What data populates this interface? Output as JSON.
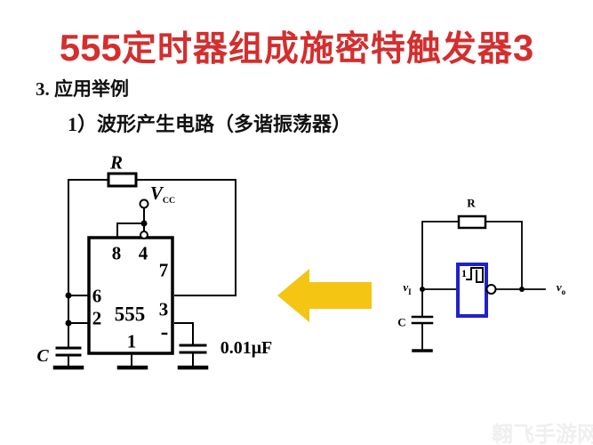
{
  "title": {
    "prefix": "555",
    "main": "定时器组成施密特触发器",
    "suffix": "3",
    "color": "#d42e2e"
  },
  "headings": {
    "section": "3. 应用举例",
    "subsection": "1）波形产生电路（多谐振荡器）"
  },
  "left_circuit": {
    "resistor_label": "R",
    "vcc": {
      "main": "V",
      "sub": "CC"
    },
    "chip_label": "555",
    "pins": {
      "p8": "8",
      "p4": "4",
      "p7": "7",
      "p6": "6",
      "p3": "3",
      "p2": "2",
      "p1": "1",
      "control_minus": "-"
    },
    "cap_label": "C",
    "bypass_cap_label": "0.01μF"
  },
  "arrow": {
    "direction": "left",
    "color": "#f4c513"
  },
  "right_circuit": {
    "resistor_label": "R",
    "gate": {
      "label": "1",
      "border_color": "#2121c8"
    },
    "vin": {
      "main": "v",
      "sub": "I"
    },
    "vout": {
      "main": "v",
      "sub": "o"
    },
    "cap_label": "C"
  },
  "watermark": {
    "text": "翱飞手游网",
    "color": "#efefef"
  }
}
